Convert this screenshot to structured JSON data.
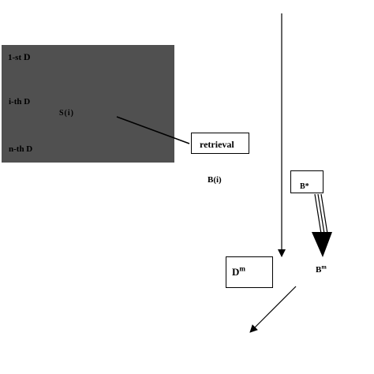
{
  "colors": {
    "panel": "#505050",
    "ink": "#000000",
    "background": "#ffffff"
  },
  "panel": {
    "first_label_prefix": "1-st",
    "first_label_letter": "D",
    "ith_label": "i-th D",
    "nth_label": "n-th D",
    "center_label": "S(i)"
  },
  "retrieval_box": {
    "label": "retrieval"
  },
  "b_i_label": "B(i)",
  "b_star_box": {
    "label": "B*"
  },
  "d_m_box": {
    "base": "D",
    "sup": "m"
  },
  "b_m_label": {
    "base": "B",
    "sup": "m"
  }
}
